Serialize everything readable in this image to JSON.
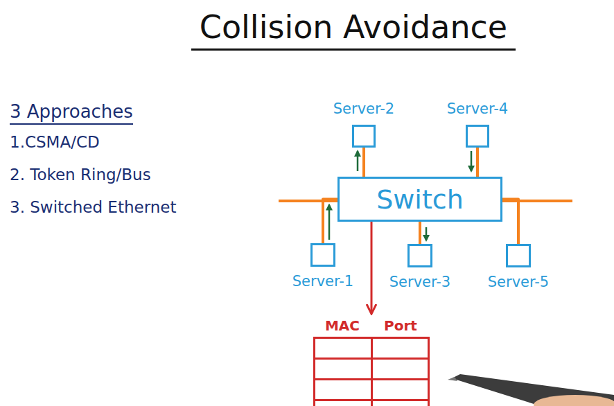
{
  "diagram": {
    "title": "Collision Avoidance",
    "nodes": [
      {
        "text": [
          "Server-2"
        ]
      },
      {
        "text": [
          "Server-4"
        ]
      },
      {
        "text": [
          "Switch"
        ]
      },
      {
        "text": [
          "Server-1"
        ]
      },
      {
        "text": [
          "Server-3"
        ]
      },
      {
        "text": [
          "Server-5"
        ]
      },
      {
        "text": [
          "MAC",
          "Port"
        ]
      }
    ],
    "edges": [
      {
        "from": 3,
        "to": 2,
        "arrow": "to"
      },
      {
        "from": 2,
        "to": 0,
        "arrow": "to"
      },
      {
        "from": 1,
        "to": 2,
        "arrow": "to"
      },
      {
        "from": 2,
        "to": 4,
        "arrow": "to"
      },
      {
        "from": 5,
        "to": 2,
        "arrow": "none"
      },
      {
        "from": 2,
        "to": 6,
        "arrow": "to"
      }
    ],
    "labels": [
      "3 Approaches",
      "1.CSMA/CD",
      "2. Token Ring/Bus",
      "3. Switched Ethernet"
    ]
  }
}
